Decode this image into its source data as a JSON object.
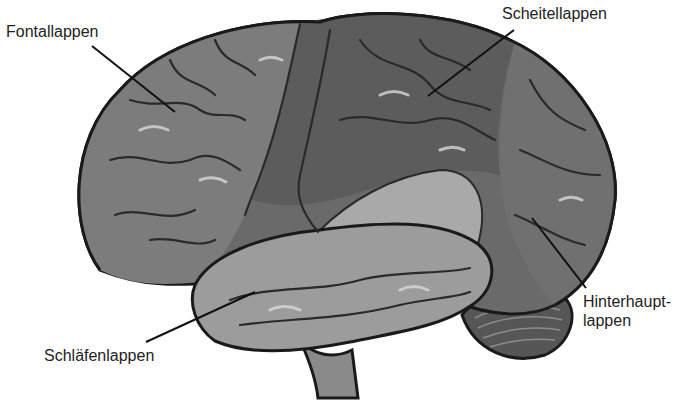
{
  "diagram": {
    "labels": [
      "Fontallappen",
      "Scheitellappen",
      "Hinterhaupt- lappen",
      "Schläfenlappen"
    ]
  }
}
